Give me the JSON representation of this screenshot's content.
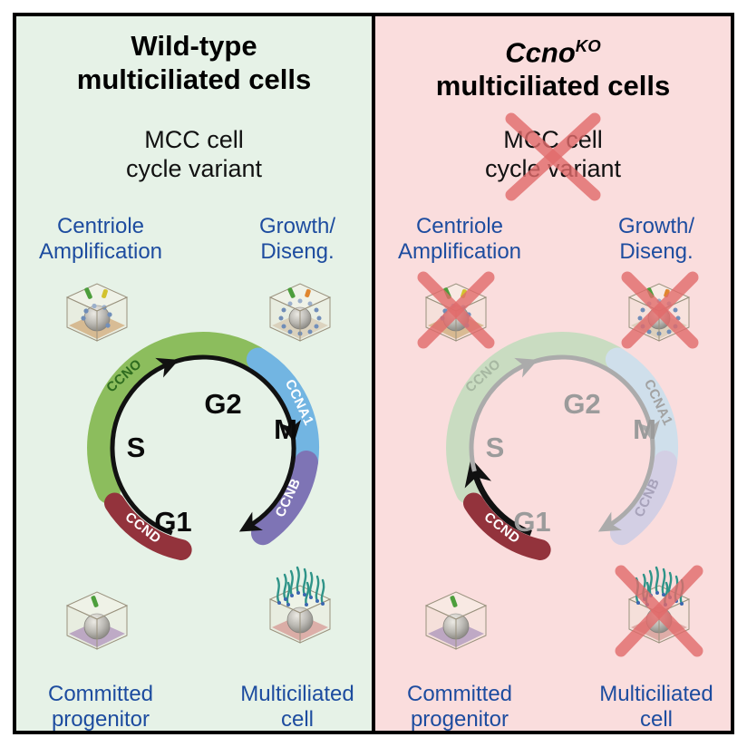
{
  "wt": {
    "title_line1": "Wild-type",
    "title_line2": "multiciliated cells",
    "subtitle_line1": "MCC cell",
    "subtitle_line2": "cycle variant",
    "labels": {
      "centriole_1": "Centriole",
      "centriole_2": "Amplification",
      "growth_1": "Growth/",
      "growth_2": "Diseng.",
      "progenitor_1": "Committed",
      "progenitor_2": "progenitor",
      "mcc_1": "Multiciliated",
      "mcc_2": "cell"
    },
    "cycle": {
      "g1": "G1",
      "s": "S",
      "g2": "G2",
      "m": "M",
      "ccnd": "CCND",
      "ccno": "CCNO",
      "ccna1": "CCNA1",
      "ccnb": "CCNB"
    }
  },
  "ko": {
    "title_gene": "Ccno",
    "title_sup": "KO",
    "title_line2": "multiciliated cells",
    "subtitle_line1": "MCC cell",
    "subtitle_line2": "cycle variant",
    "labels": {
      "centriole_1": "Centriole",
      "centriole_2": "Amplification",
      "growth_1": "Growth/",
      "growth_2": "Diseng.",
      "progenitor_1": "Committed",
      "progenitor_2": "progenitor",
      "mcc_1": "Multiciliated",
      "mcc_2": "cell"
    },
    "cycle": {
      "g1": "G1",
      "s": "S",
      "g2": "G2",
      "m": "M",
      "ccnd": "CCND",
      "ccno": "CCNO",
      "ccna1": "CCNA1",
      "ccnb": "CCNB"
    }
  },
  "icons": {
    "top_left": "cell-centriole-amplification-icon",
    "top_right": "cell-growth-disengagement-icon",
    "bottom_left": "cell-committed-progenitor-icon",
    "bottom_right": "cell-multiciliated-icon",
    "ko_cross": "red-x-mark-icon"
  },
  "colors": {
    "wt-bg": "#e6f2e7",
    "ko-bg": "#fadddd",
    "label-blue": "#1d4c9f",
    "ccnd": "#93333c",
    "ccno": "#8cbd5d",
    "ccno-text": "#2e6b1f",
    "ccna1": "#72b5e2",
    "ccnb": "#7e74b5",
    "ccno-faded": "#c9dcc1",
    "ccna1-faded": "#cfdfeb",
    "ccnb-faded": "#d3cfe4",
    "arc-grey": "#ababab",
    "x-red": "#e26b6b"
  }
}
